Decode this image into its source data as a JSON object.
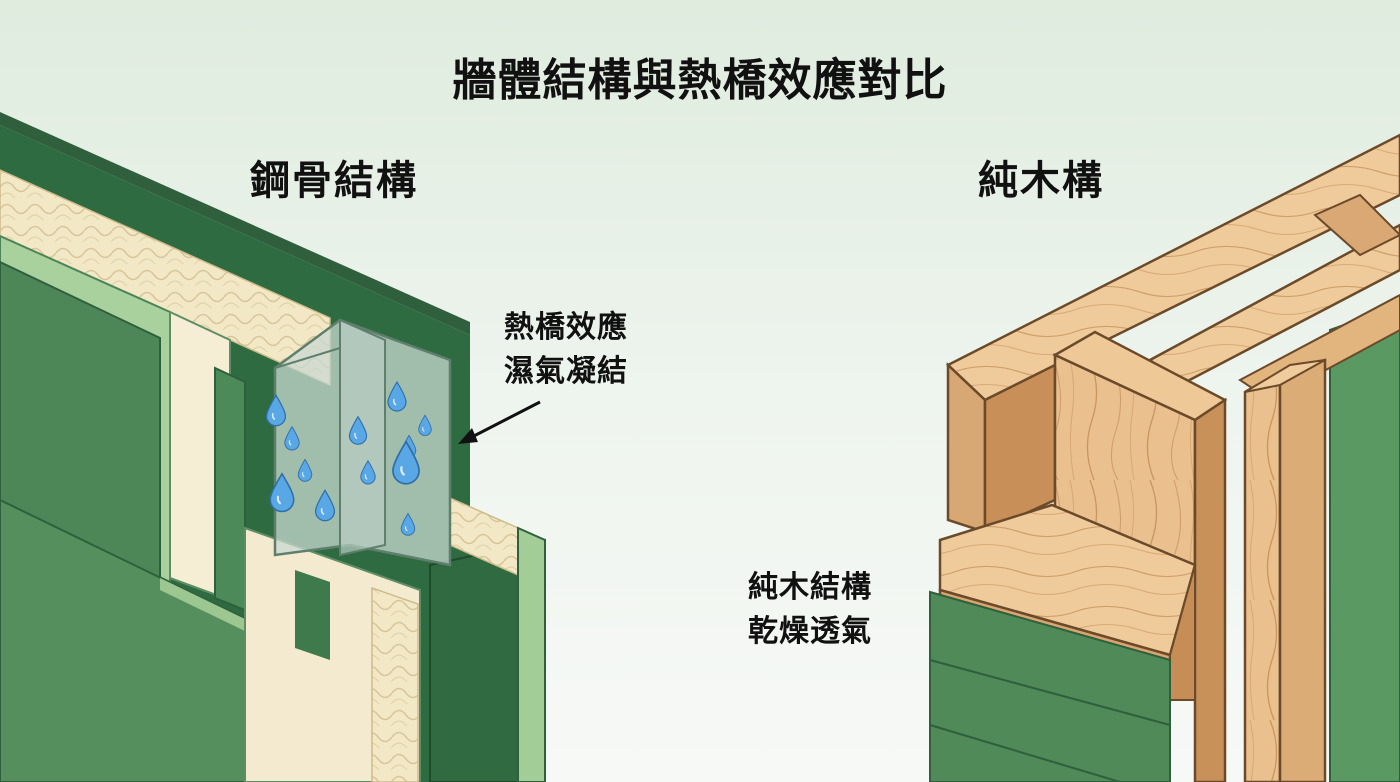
{
  "title": "牆體結構與熱橋效應對比",
  "steel": {
    "heading": "鋼骨結構",
    "note_line1": "熱橋效應",
    "note_line2": "濕氣凝結"
  },
  "wood": {
    "heading": "純木構",
    "note_line1": "純木結構",
    "note_line2": "乾燥透氣"
  },
  "colors": {
    "panel_green": "#4f8a5b",
    "panel_green_light": "#a6cf9c",
    "insulation": "#f3e7c4",
    "steel_glass": "#c8d6cf",
    "droplet": "#4f9fe0",
    "wood": "#e8bf8c",
    "wood_dark": "#c99864",
    "background": "#e3efe2"
  },
  "icons": [
    "water-droplet-icon",
    "arrow-icon"
  ]
}
